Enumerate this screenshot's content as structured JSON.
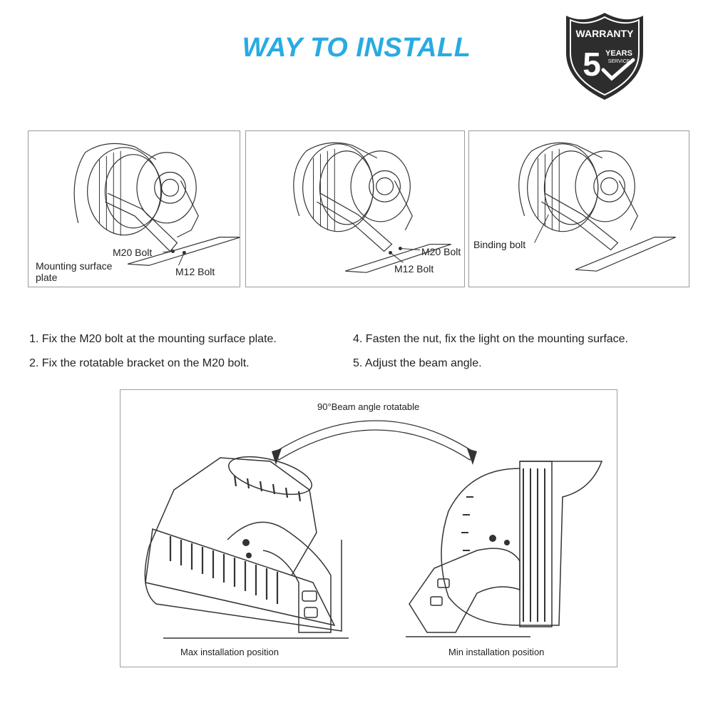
{
  "page": {
    "title": "WAY TO INSTALL",
    "colors": {
      "title": "#29abe2",
      "badge": "#2d2d2d",
      "line": "#333333"
    }
  },
  "badge": {
    "word": "WARRANTY",
    "number": "5",
    "years": "YEARS",
    "service": "SERVICE",
    "icon": "shield-checkmark-icon"
  },
  "panels": [
    {
      "labels": {
        "m20": "M20 Bolt",
        "mounting": "Mounting surface",
        "mounting2": "plate",
        "m12": "M12 Bolt"
      }
    },
    {
      "labels": {
        "m20": "M20 Bolt",
        "m12": "M12 Bolt"
      }
    },
    {
      "labels": {
        "binding": "Binding bolt"
      }
    }
  ],
  "steps": {
    "left": [
      "1. Fix the M20 bolt at the mounting surface plate.",
      "2. Fix the rotatable bracket on the M20 bolt."
    ],
    "right": [
      "4. Fasten the nut, fix the light on the mounting surface.",
      "5. Adjust the beam angle."
    ]
  },
  "rotation": {
    "label": "90°Beam angle rotatable",
    "max_label": "Max installation position",
    "min_label": "Min installation position"
  }
}
